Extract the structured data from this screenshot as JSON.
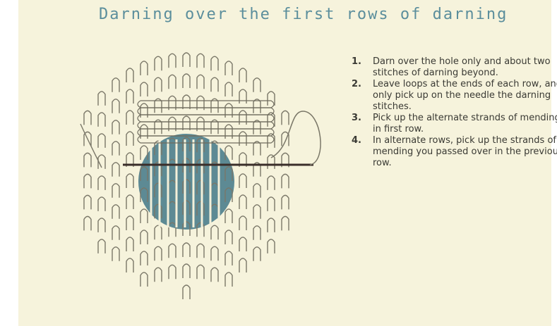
{
  "page": {
    "title": "Darning over the first rows of darning",
    "colors": {
      "background": "#f6f3dc",
      "title": "#5b8e9c",
      "hole_fill": "#5d8a94",
      "text": "#3a3a34"
    }
  },
  "illustration": {
    "icon": "darning-stitch-diagram-icon"
  },
  "steps": [
    {
      "number": "1.",
      "text": "Darn over the hole only and about two stitches of darning beyond."
    },
    {
      "number": "2.",
      "text": "Leave loops at the ends of each row, and only pick up on the needle the darning stitches."
    },
    {
      "number": "3.",
      "text": "Pick up the alternate strands of mending in first row."
    },
    {
      "number": "4.",
      "text": "In alternate rows, pick up the strands of mending you passed over in the previous row."
    }
  ]
}
